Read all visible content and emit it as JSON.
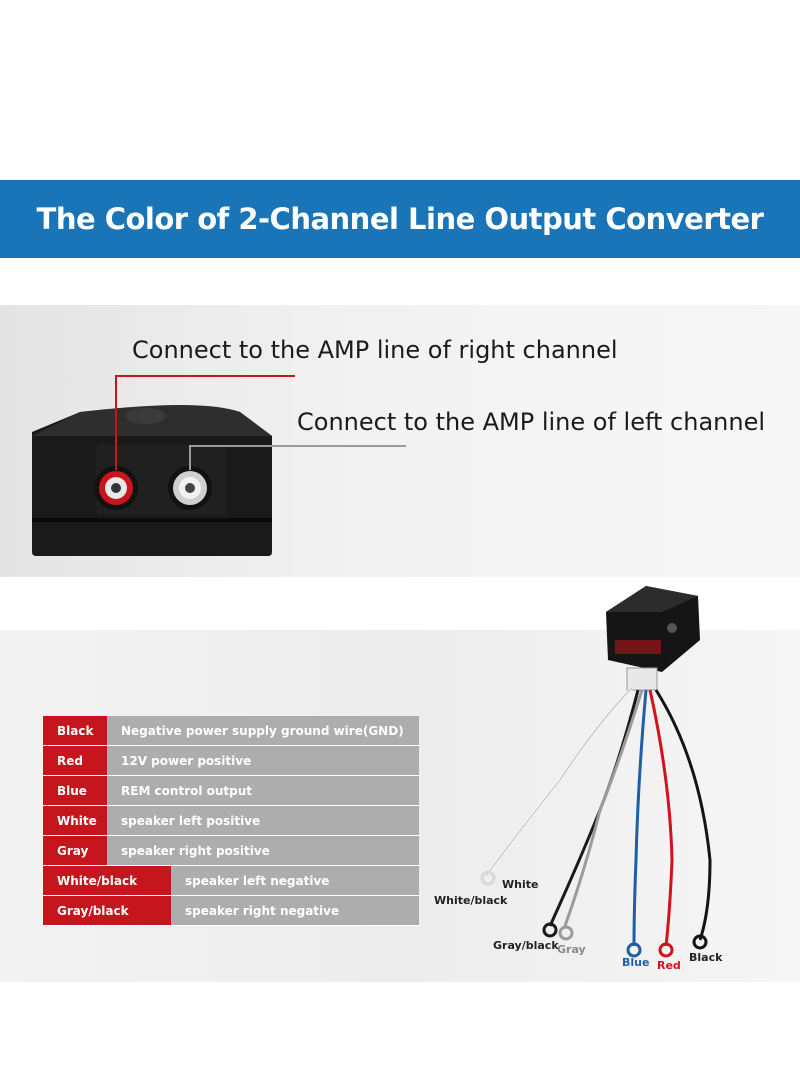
{
  "banner": {
    "title": "The Color of 2-Channel Line Output Converter"
  },
  "callouts": {
    "right_channel": "Connect to the AMP line of right channel",
    "left_channel": "Connect to the AMP line of left channel"
  },
  "wire_table": [
    {
      "color": "Black",
      "function": "Negative power supply ground wire(GND)"
    },
    {
      "color": "Red",
      "function": "12V power positive"
    },
    {
      "color": "Blue",
      "function": "REM control output"
    },
    {
      "color": "White",
      "function": "speaker left positive"
    },
    {
      "color": "Gray",
      "function": "speaker right positive"
    },
    {
      "color": "White/black",
      "function": "speaker left negative"
    },
    {
      "color": "Gray/black",
      "function": "speaker right negative"
    }
  ],
  "wire_labels": {
    "white": "White",
    "white_black": "White/black",
    "gray_black": "Gray/black",
    "gray": "Gray",
    "blue": "Blue",
    "red": "Red",
    "black": "Black"
  },
  "colors": {
    "banner": "#1a74b8",
    "table_name_cell": "#c4161c",
    "table_desc_cell": "#adadad",
    "red_wire": "#d3131b",
    "blue_wire": "#1f5fa8",
    "rca_red": "#c8141c",
    "rca_white": "#cfcfcf"
  }
}
